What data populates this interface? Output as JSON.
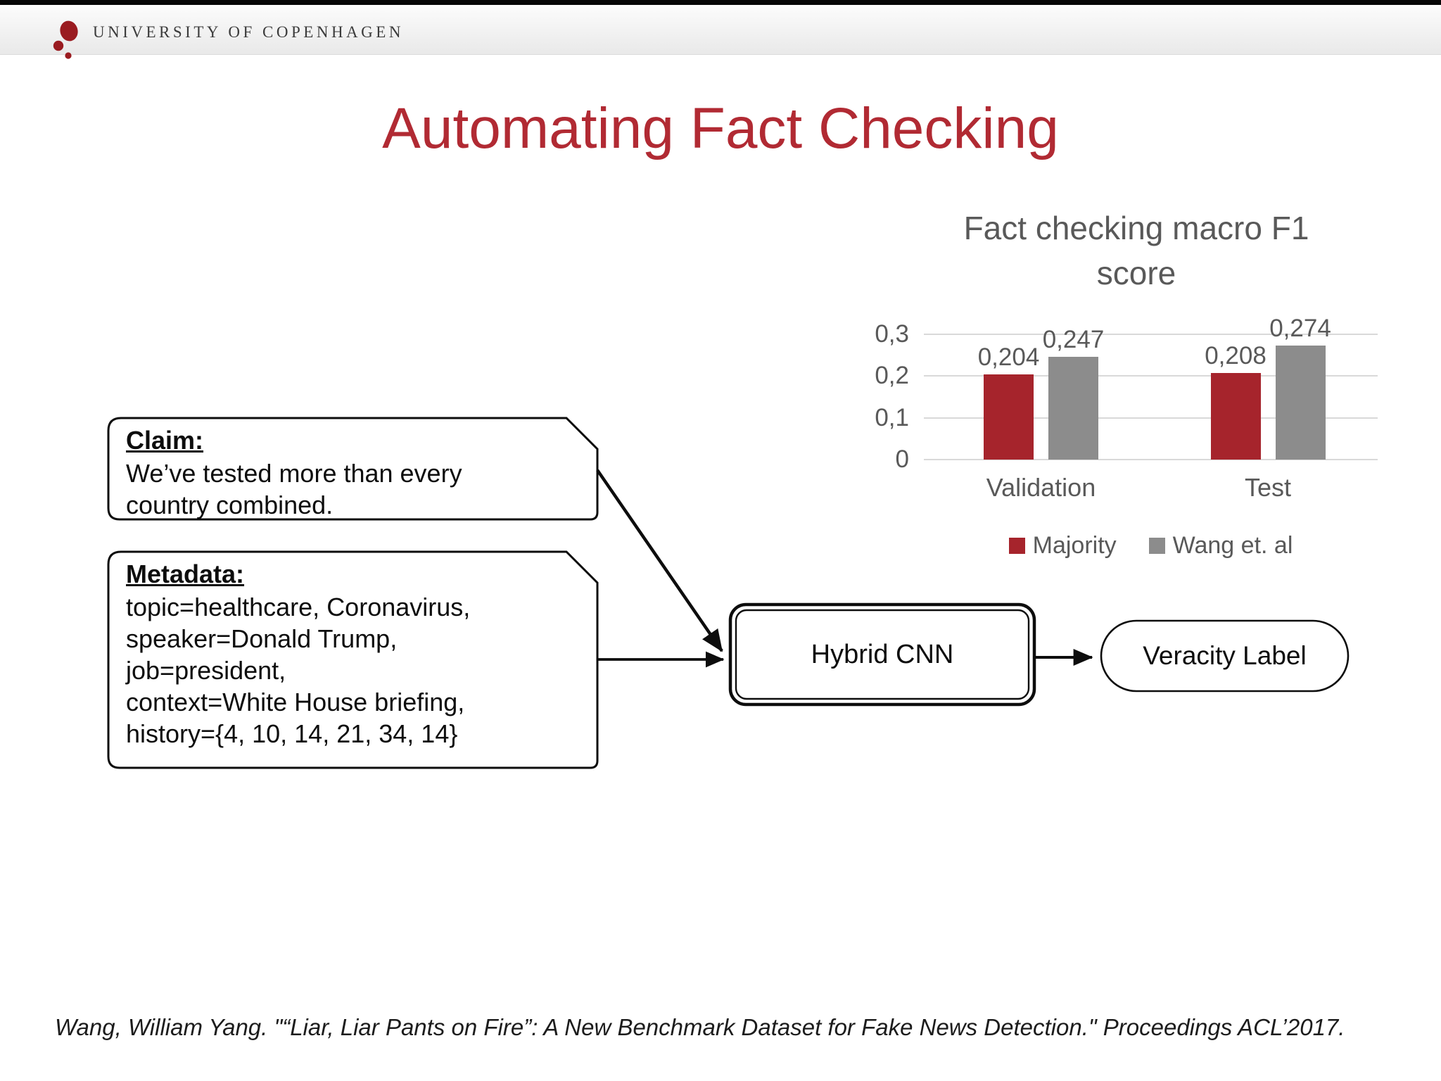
{
  "header": {
    "university": "UNIVERSITY OF COPENHAGEN"
  },
  "slide": {
    "title": "Automating Fact Checking",
    "citation": "Wang, William Yang. \"“Liar, Liar Pants on Fire”: A New Benchmark Dataset for Fake News Detection.\" Proceedings ACL’2017."
  },
  "diagram": {
    "claim_box": {
      "heading": "Claim:",
      "text": "We’ve tested more than every country combined."
    },
    "metadata_box": {
      "heading": "Metadata:",
      "lines": [
        "topic=healthcare, Coronavirus,",
        "speaker=Donald Trump,",
        "job=president,",
        "context=White House briefing,",
        "history={4, 10, 14, 21, 34, 14}"
      ]
    },
    "model_box": {
      "label": "Hybrid CNN"
    },
    "output_box": {
      "label": "Veracity Label"
    }
  },
  "chart_data": {
    "type": "bar",
    "title": "Fact checking macro F1 score",
    "title_lines": [
      "Fact checking macro F1",
      "score"
    ],
    "categories": [
      "Validation",
      "Test"
    ],
    "series": [
      {
        "name": "Majority",
        "color": "#A6242C",
        "values": [
          0.204,
          0.208
        ],
        "labels": [
          "0,204",
          "0,208"
        ]
      },
      {
        "name": "Wang et. al",
        "color": "#8C8C8C",
        "values": [
          0.247,
          0.274
        ],
        "labels": [
          "0,247",
          "0,274"
        ]
      }
    ],
    "yticks": [
      {
        "value": 0.3,
        "label": "0,3"
      },
      {
        "value": 0.2,
        "label": "0,2"
      },
      {
        "value": 0.1,
        "label": "0,1"
      },
      {
        "value": 0,
        "label": "0"
      }
    ],
    "ylim": [
      0,
      0.3
    ],
    "xlabel": "",
    "ylabel": "",
    "grid": true,
    "decimal_separator": ",",
    "legend_position": "bottom"
  },
  "colors": {
    "accent_red": "#B12A33",
    "bar_red": "#A6242C",
    "bar_gray": "#8C8C8C",
    "chart_text_gray": "#595959",
    "logo_red": "#9A1B20",
    "gridline_gray": "#D9D9D9"
  }
}
